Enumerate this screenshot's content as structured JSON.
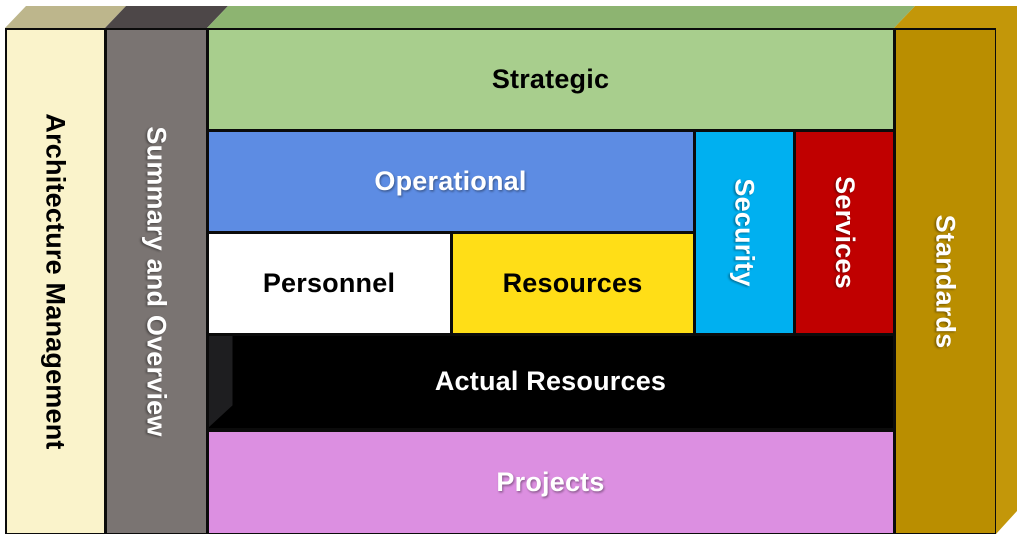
{
  "diagram": {
    "type": "3d-block-architecture-diagram",
    "blocks": {
      "architecture": {
        "label": "Architecture Management",
        "color": "#FAF3CB",
        "text_color": "#000000",
        "orientation": "vertical"
      },
      "summary": {
        "label": "Summary and Overview",
        "color": "#7A7472",
        "text_color": "#FFFFFF",
        "orientation": "vertical"
      },
      "strategic": {
        "label": "Strategic",
        "color": "#A8CE8D",
        "text_color": "#000000",
        "orientation": "horizontal"
      },
      "operational": {
        "label": "Operational",
        "color": "#5D8CE3",
        "text_color": "#FFFFFF",
        "orientation": "horizontal"
      },
      "personnel": {
        "label": "Personnel",
        "color": "#FFFFFF",
        "text_color": "#000000",
        "orientation": "horizontal"
      },
      "resources": {
        "label": "Resources",
        "color": "#FFDE17",
        "text_color": "#000000",
        "orientation": "horizontal"
      },
      "security": {
        "label": "Security",
        "color": "#00B0F0",
        "text_color": "#FFFFFF",
        "orientation": "vertical"
      },
      "services": {
        "label": "Services",
        "color": "#C00000",
        "text_color": "#FFFFFF",
        "orientation": "vertical"
      },
      "actual": {
        "label": "Actual Resources",
        "color": "#000000",
        "text_color": "#FFFFFF",
        "orientation": "horizontal",
        "bevel_color": "#1E1E20"
      },
      "projects": {
        "label": "Projects",
        "color": "#DC8FE1",
        "text_color": "#FFFFFF",
        "orientation": "horizontal"
      },
      "standards": {
        "label": "Standards",
        "color": "#BA8E00",
        "text_color": "#FFFFFF",
        "orientation": "vertical"
      }
    },
    "bevels": {
      "top_architecture": "#BDB68C",
      "top_summary": "#4D4748",
      "top_main": "#8DB471",
      "standards_faces": "#C39709"
    },
    "border_color": "#0B0B0B"
  }
}
